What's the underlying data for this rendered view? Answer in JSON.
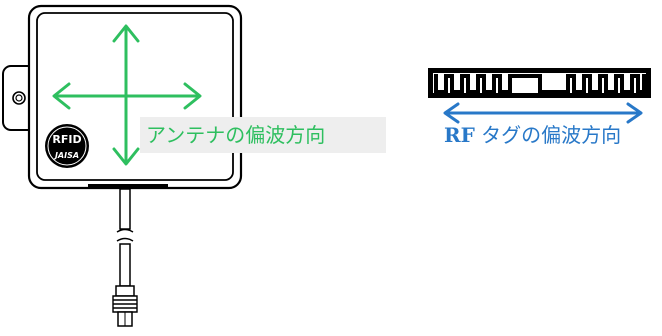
{
  "antenna": {
    "polarization_label": "アンテナの偏波方向",
    "badge_top": "RFID",
    "badge_bottom": "JAISA",
    "arrow_color": "#2ebf5f"
  },
  "rf_tag": {
    "label_prefix": "RF",
    "label_suffix": " タグの偏波方向",
    "arrow_color": "#2878c8"
  }
}
